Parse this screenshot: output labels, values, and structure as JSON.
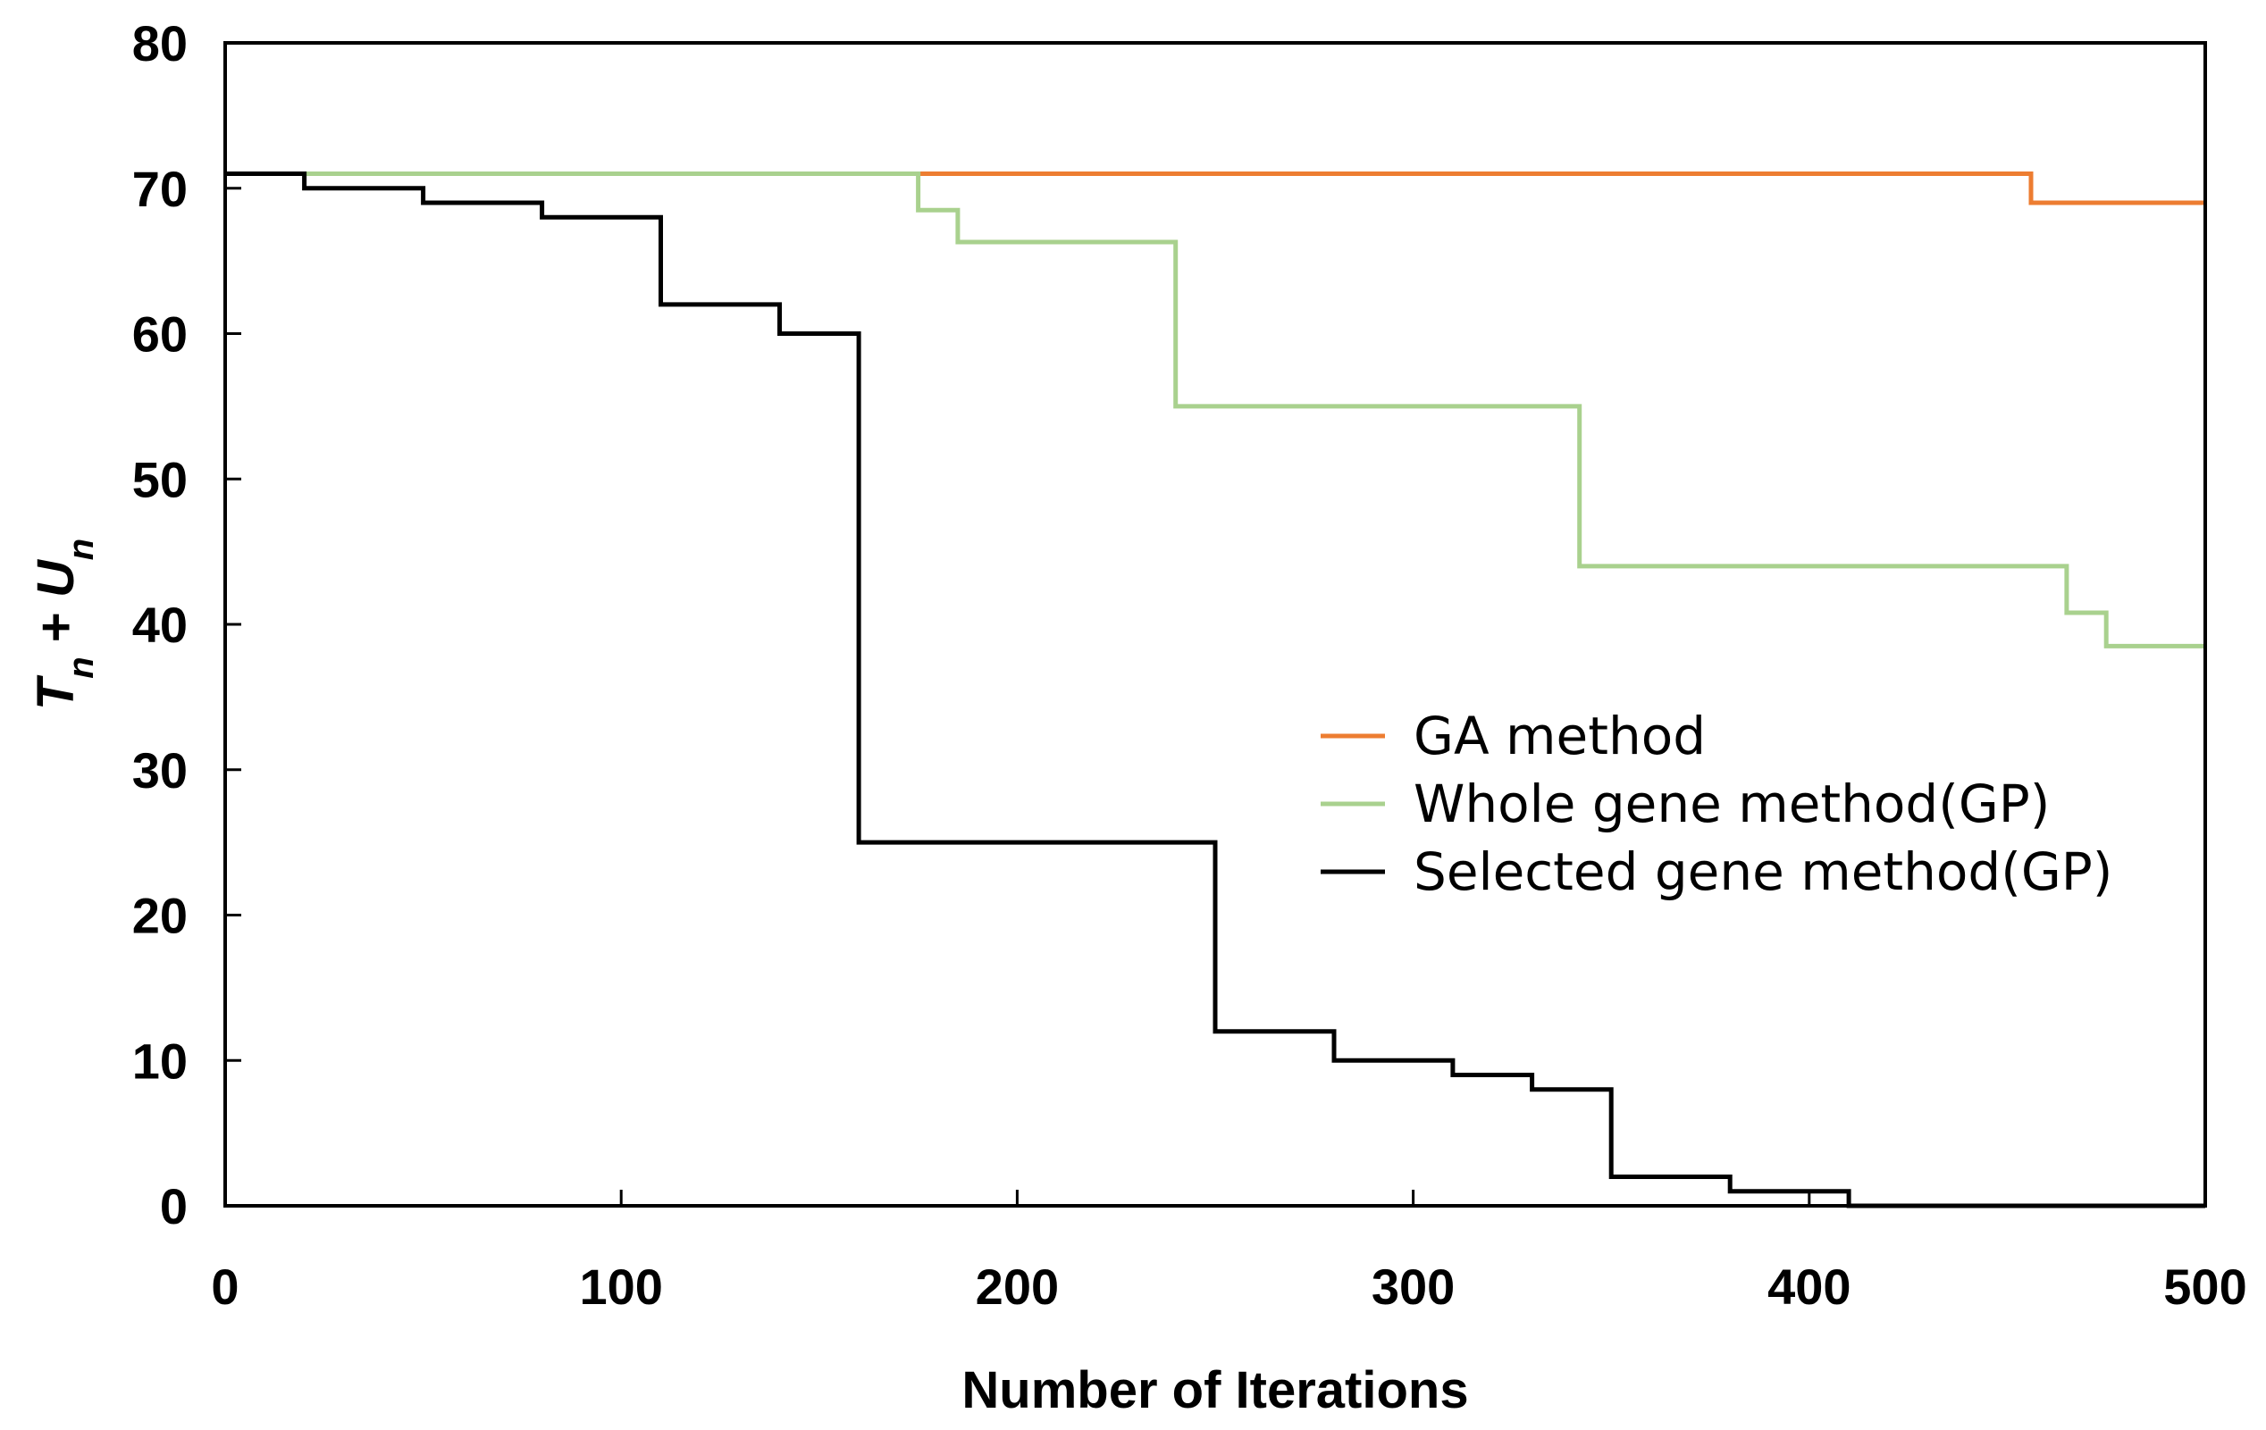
{
  "chart_data": {
    "type": "line",
    "xlabel": "Number of Iterations",
    "ylabel": {
      "t": "T",
      "sub1": "n",
      "plus": " + ",
      "u": "U",
      "sub2": "n"
    },
    "xlim": [
      0,
      500
    ],
    "ylim": [
      0,
      80
    ],
    "xticks": [
      "0",
      "100",
      "200",
      "300",
      "400",
      "500"
    ],
    "yticks": [
      "0",
      "10",
      "20",
      "30",
      "40",
      "50",
      "60",
      "70",
      "80"
    ],
    "grid": false,
    "legend_position": "center-right",
    "series": [
      {
        "name": "GA method",
        "color": "#ED7D31",
        "step": true,
        "x": [
          0,
          456,
          456,
          500
        ],
        "y": [
          71,
          71,
          69,
          69
        ]
      },
      {
        "name": "Whole gene method(GP)",
        "color": "#A9D18E",
        "step": true,
        "x": [
          0,
          175,
          175,
          185,
          185,
          240,
          240,
          342,
          342,
          465,
          465,
          475,
          475,
          500
        ],
        "y": [
          71,
          71,
          68.5,
          68.5,
          66.3,
          66.3,
          55,
          55,
          44,
          44,
          40.8,
          40.8,
          38.5,
          38.5
        ]
      },
      {
        "name": "Selected gene method(GP)",
        "color": "#000000",
        "step": true,
        "x": [
          0,
          20,
          20,
          50,
          50,
          80,
          80,
          110,
          110,
          140,
          140,
          160,
          160,
          250,
          250,
          280,
          280,
          310,
          310,
          330,
          330,
          350,
          350,
          380,
          380,
          410,
          410,
          500
        ],
        "y": [
          71,
          71,
          70,
          70,
          69,
          69,
          68,
          68,
          62,
          62,
          60,
          60,
          25,
          25,
          12,
          12,
          10,
          10,
          9,
          9,
          8,
          8,
          2,
          2,
          1,
          1,
          0,
          0
        ]
      }
    ]
  }
}
